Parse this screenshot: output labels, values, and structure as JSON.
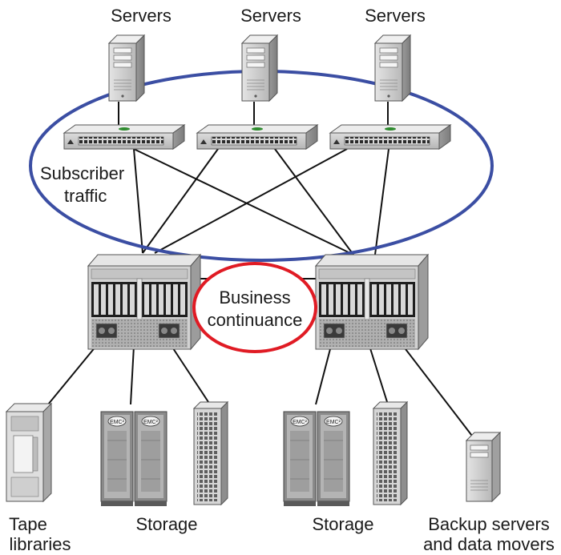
{
  "labels": {
    "servers_1": "Servers",
    "servers_2": "Servers",
    "servers_3": "Servers",
    "subscriber_traffic_1": "Subscriber",
    "subscriber_traffic_2": "traffic",
    "business_continuance_1": "Business",
    "business_continuance_2": "continuance",
    "tape_libraries_1": "Tape",
    "tape_libraries_2": "libraries",
    "storage_left": "Storage",
    "storage_right": "Storage",
    "backup_1": "Backup servers",
    "backup_2": "and data movers"
  },
  "device_badges": {
    "storage_brand": "EMC²"
  },
  "colors": {
    "subscriber_ellipse": "#3b4ea3",
    "business_ellipse": "#e01b24",
    "line": "#111111",
    "device_gray": "#c9c9c9",
    "device_dark": "#4a4a4a"
  },
  "icons": {
    "server": "server-tower-icon",
    "switch": "edge-switch-icon",
    "director": "director-switch-icon",
    "tape": "tape-library-icon",
    "storage": "storage-array-icon",
    "backup": "backup-server-icon"
  }
}
